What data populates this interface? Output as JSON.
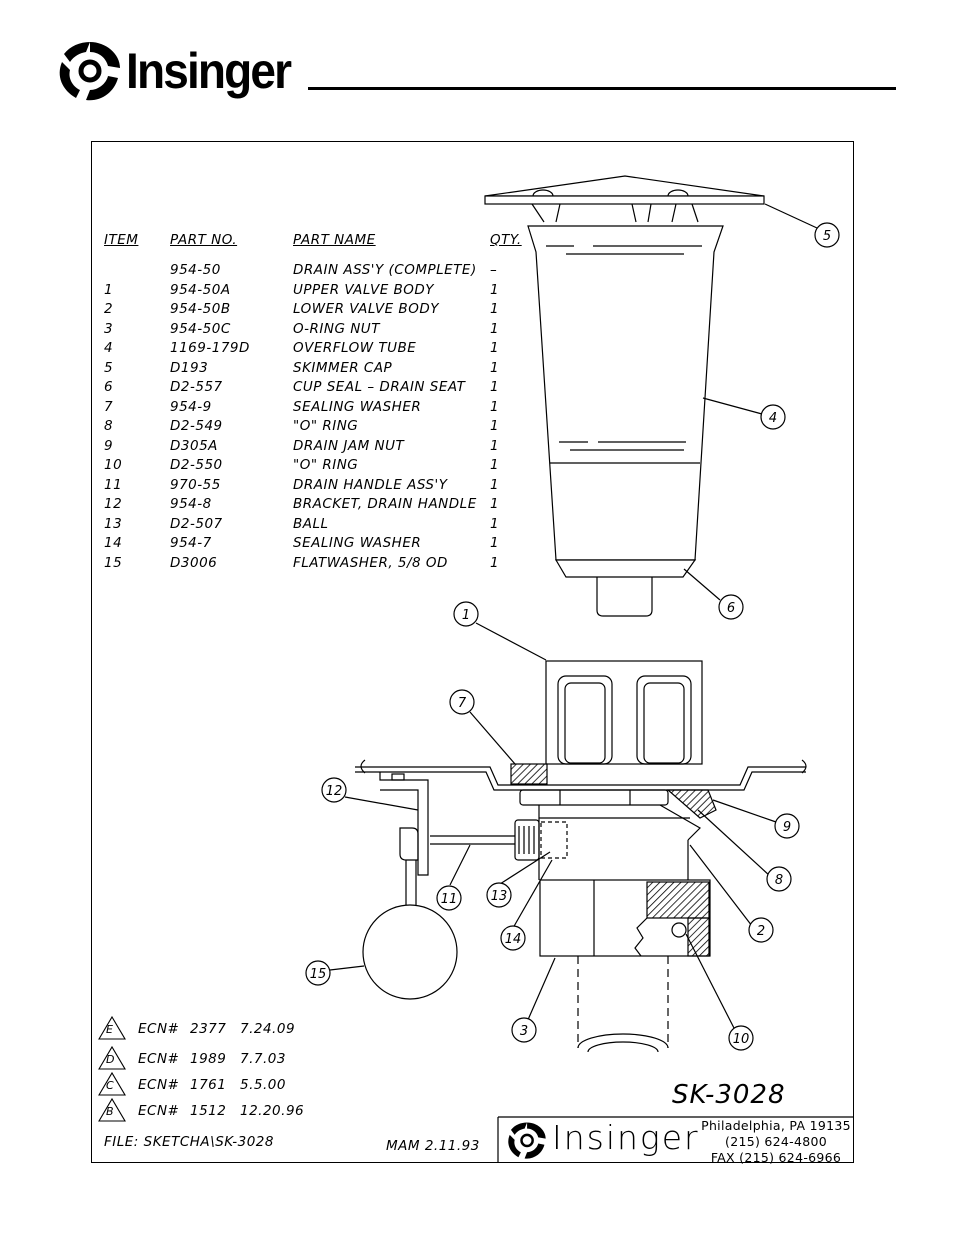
{
  "header": {
    "brand": "Insinger",
    "logo_icon": "swirl-logo-icon"
  },
  "bom": {
    "headers": {
      "item": "ITEM",
      "part_no": "PART NO.",
      "part_name": "PART NAME",
      "qty": "QTY."
    },
    "rows": [
      {
        "item": "",
        "part_no": "954-50",
        "part_name": "DRAIN ASS'Y (COMPLETE)",
        "qty": "–"
      },
      {
        "item": "1",
        "part_no": "954-50A",
        "part_name": "UPPER VALVE BODY",
        "qty": "1"
      },
      {
        "item": "2",
        "part_no": "954-50B",
        "part_name": "LOWER VALVE BODY",
        "qty": "1"
      },
      {
        "item": "3",
        "part_no": "954-50C",
        "part_name": "O-RING NUT",
        "qty": "1"
      },
      {
        "item": "4",
        "part_no": "1169-179D",
        "part_name": "OVERFLOW TUBE",
        "qty": "1"
      },
      {
        "item": "5",
        "part_no": "D193",
        "part_name": "SKIMMER CAP",
        "qty": "1"
      },
      {
        "item": "6",
        "part_no": "D2-557",
        "part_name": "CUP SEAL – DRAIN SEAT",
        "qty": "1"
      },
      {
        "item": "7",
        "part_no": "954-9",
        "part_name": "SEALING WASHER",
        "qty": "1"
      },
      {
        "item": "8",
        "part_no": "D2-549",
        "part_name": "\"O\" RING",
        "qty": "1"
      },
      {
        "item": "9",
        "part_no": "D305A",
        "part_name": "DRAIN JAM NUT",
        "qty": "1"
      },
      {
        "item": "10",
        "part_no": "D2-550",
        "part_name": "\"O\" RING",
        "qty": "1"
      },
      {
        "item": "11",
        "part_no": "970-55",
        "part_name": "DRAIN HANDLE ASS'Y",
        "qty": "1"
      },
      {
        "item": "12",
        "part_no": "954-8",
        "part_name": "BRACKET, DRAIN HANDLE",
        "qty": "1"
      },
      {
        "item": "13",
        "part_no": "D2-507",
        "part_name": "BALL",
        "qty": "1"
      },
      {
        "item": "14",
        "part_no": "954-7",
        "part_name": "SEALING WASHER",
        "qty": "1"
      },
      {
        "item": "15",
        "part_no": "D3006",
        "part_name": "FLATWASHER, 5/8 OD",
        "qty": "1"
      }
    ]
  },
  "callouts": [
    "1",
    "2",
    "3",
    "4",
    "5",
    "6",
    "7",
    "8",
    "9",
    "10",
    "11",
    "12",
    "13",
    "14",
    "15"
  ],
  "revisions": [
    {
      "rev": "E",
      "label": "ECN#",
      "number": "2377",
      "date": "7.24.09"
    },
    {
      "rev": "D",
      "label": "ECN#",
      "number": "1989",
      "date": "7.7.03"
    },
    {
      "rev": "C",
      "label": "ECN#",
      "number": "1761",
      "date": "5.5.00"
    },
    {
      "rev": "B",
      "label": "ECN#",
      "number": "1512",
      "date": "12.20.96"
    }
  ],
  "title_block": {
    "file": "FILE:  SKETCHA\\SK-3028",
    "drawn": "MAM    2.11.93",
    "drawing_number": "SK-3028",
    "brand": "Insinger",
    "address_line1": "Philadelphia, PA 19135",
    "address_line2": "(215) 624-4800",
    "address_line3": "FAX (215) 624-6966"
  }
}
